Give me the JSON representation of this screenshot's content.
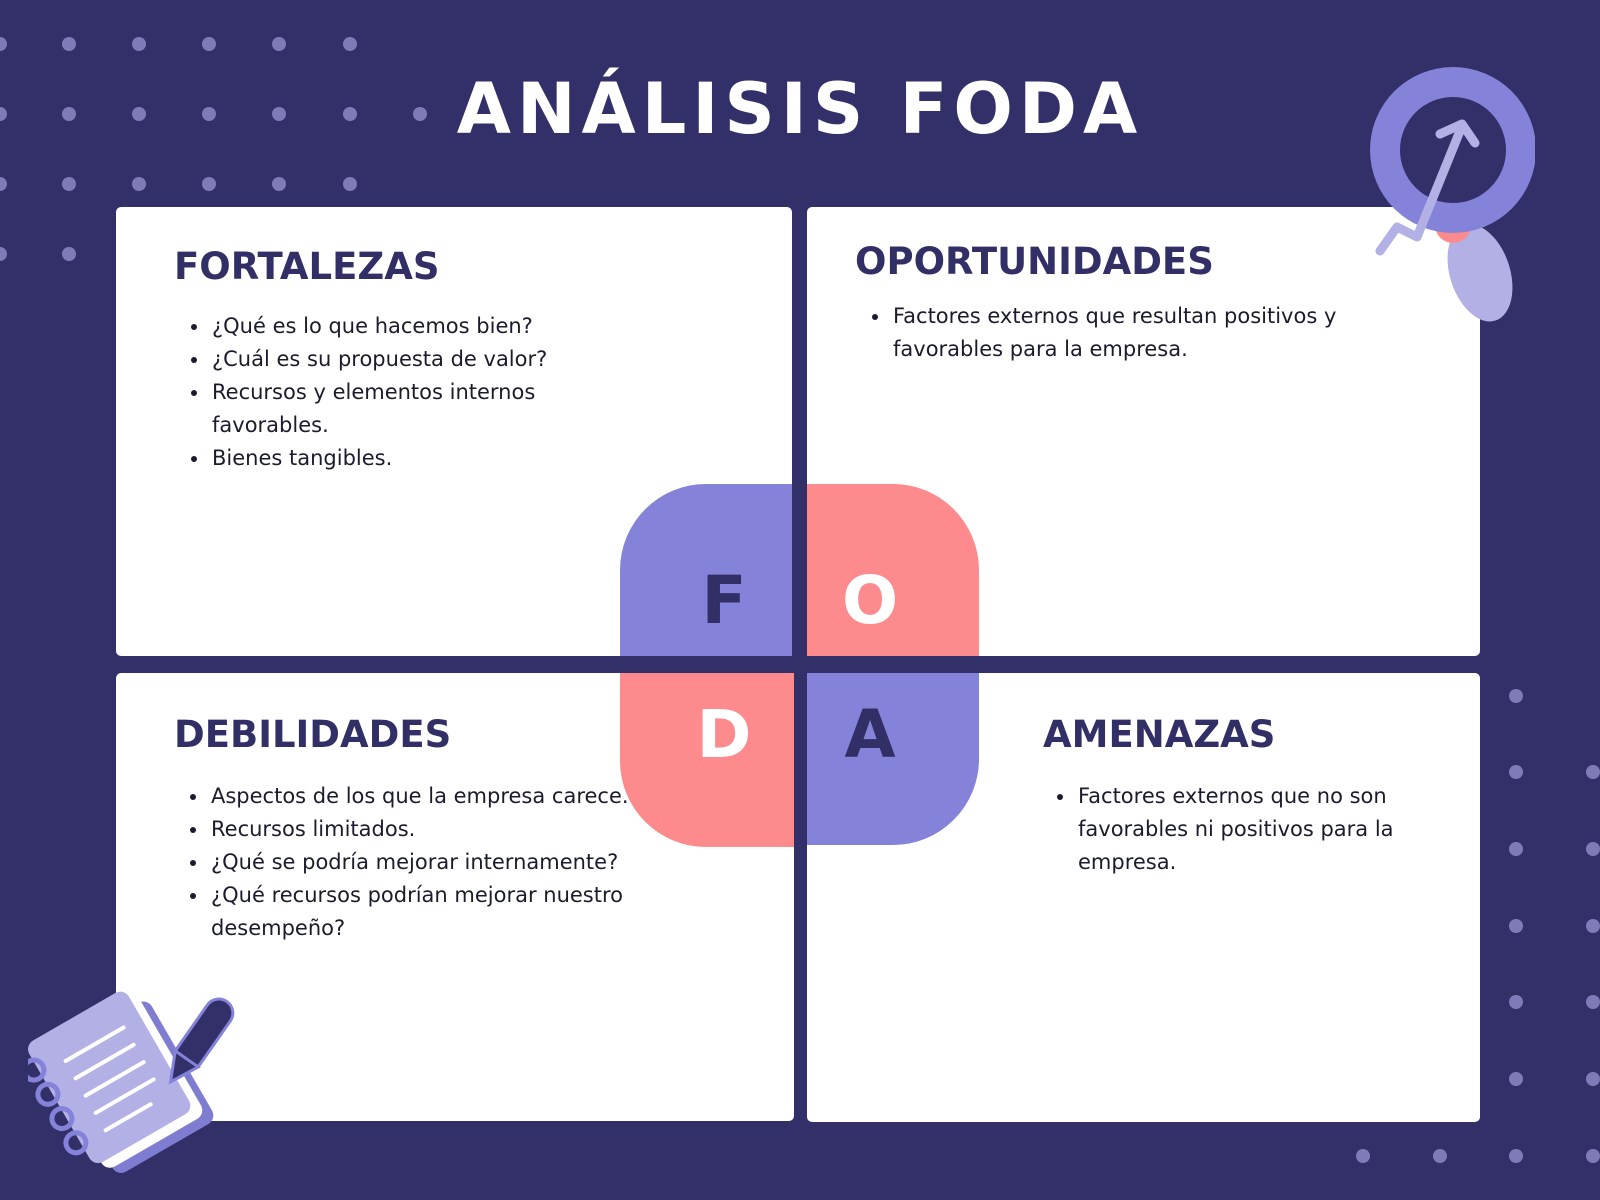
{
  "title": "ANÁLISIS FODA",
  "quadrants": {
    "fortalezas": {
      "heading": "FORTALEZAS",
      "items": [
        "¿Qué es lo que hacemos bien?",
        "¿Cuál es su propuesta de valor?",
        "Recursos y elementos internos favorables.",
        "Bienes tangibles."
      ]
    },
    "oportunidades": {
      "heading": "OPORTUNIDADES",
      "items": [
        "Factores externos que resultan positivos y favorables para la empresa."
      ]
    },
    "debilidades": {
      "heading": "DEBILIDADES",
      "items": [
        "Aspectos de los que la empresa carece.",
        "Recursos limitados.",
        "¿Qué se podría mejorar internamente?",
        "¿Qué recursos podrían mejorar nuestro desempeño?"
      ]
    },
    "amenazas": {
      "heading": "AMENAZAS",
      "items": [
        "Factores externos que no son favorables ni positivos para la empresa."
      ]
    }
  },
  "badge": {
    "f": "F",
    "o": "O",
    "d": "D",
    "a": "A"
  },
  "colors": {
    "background": "#332f68",
    "card": "#ffffff",
    "heading": "#322f66",
    "purple": "#8483d9",
    "coral": "#fd8a8d",
    "dot": "#8784c1"
  },
  "icons": [
    "magnifier-trend-icon",
    "notebook-pen-icon"
  ]
}
